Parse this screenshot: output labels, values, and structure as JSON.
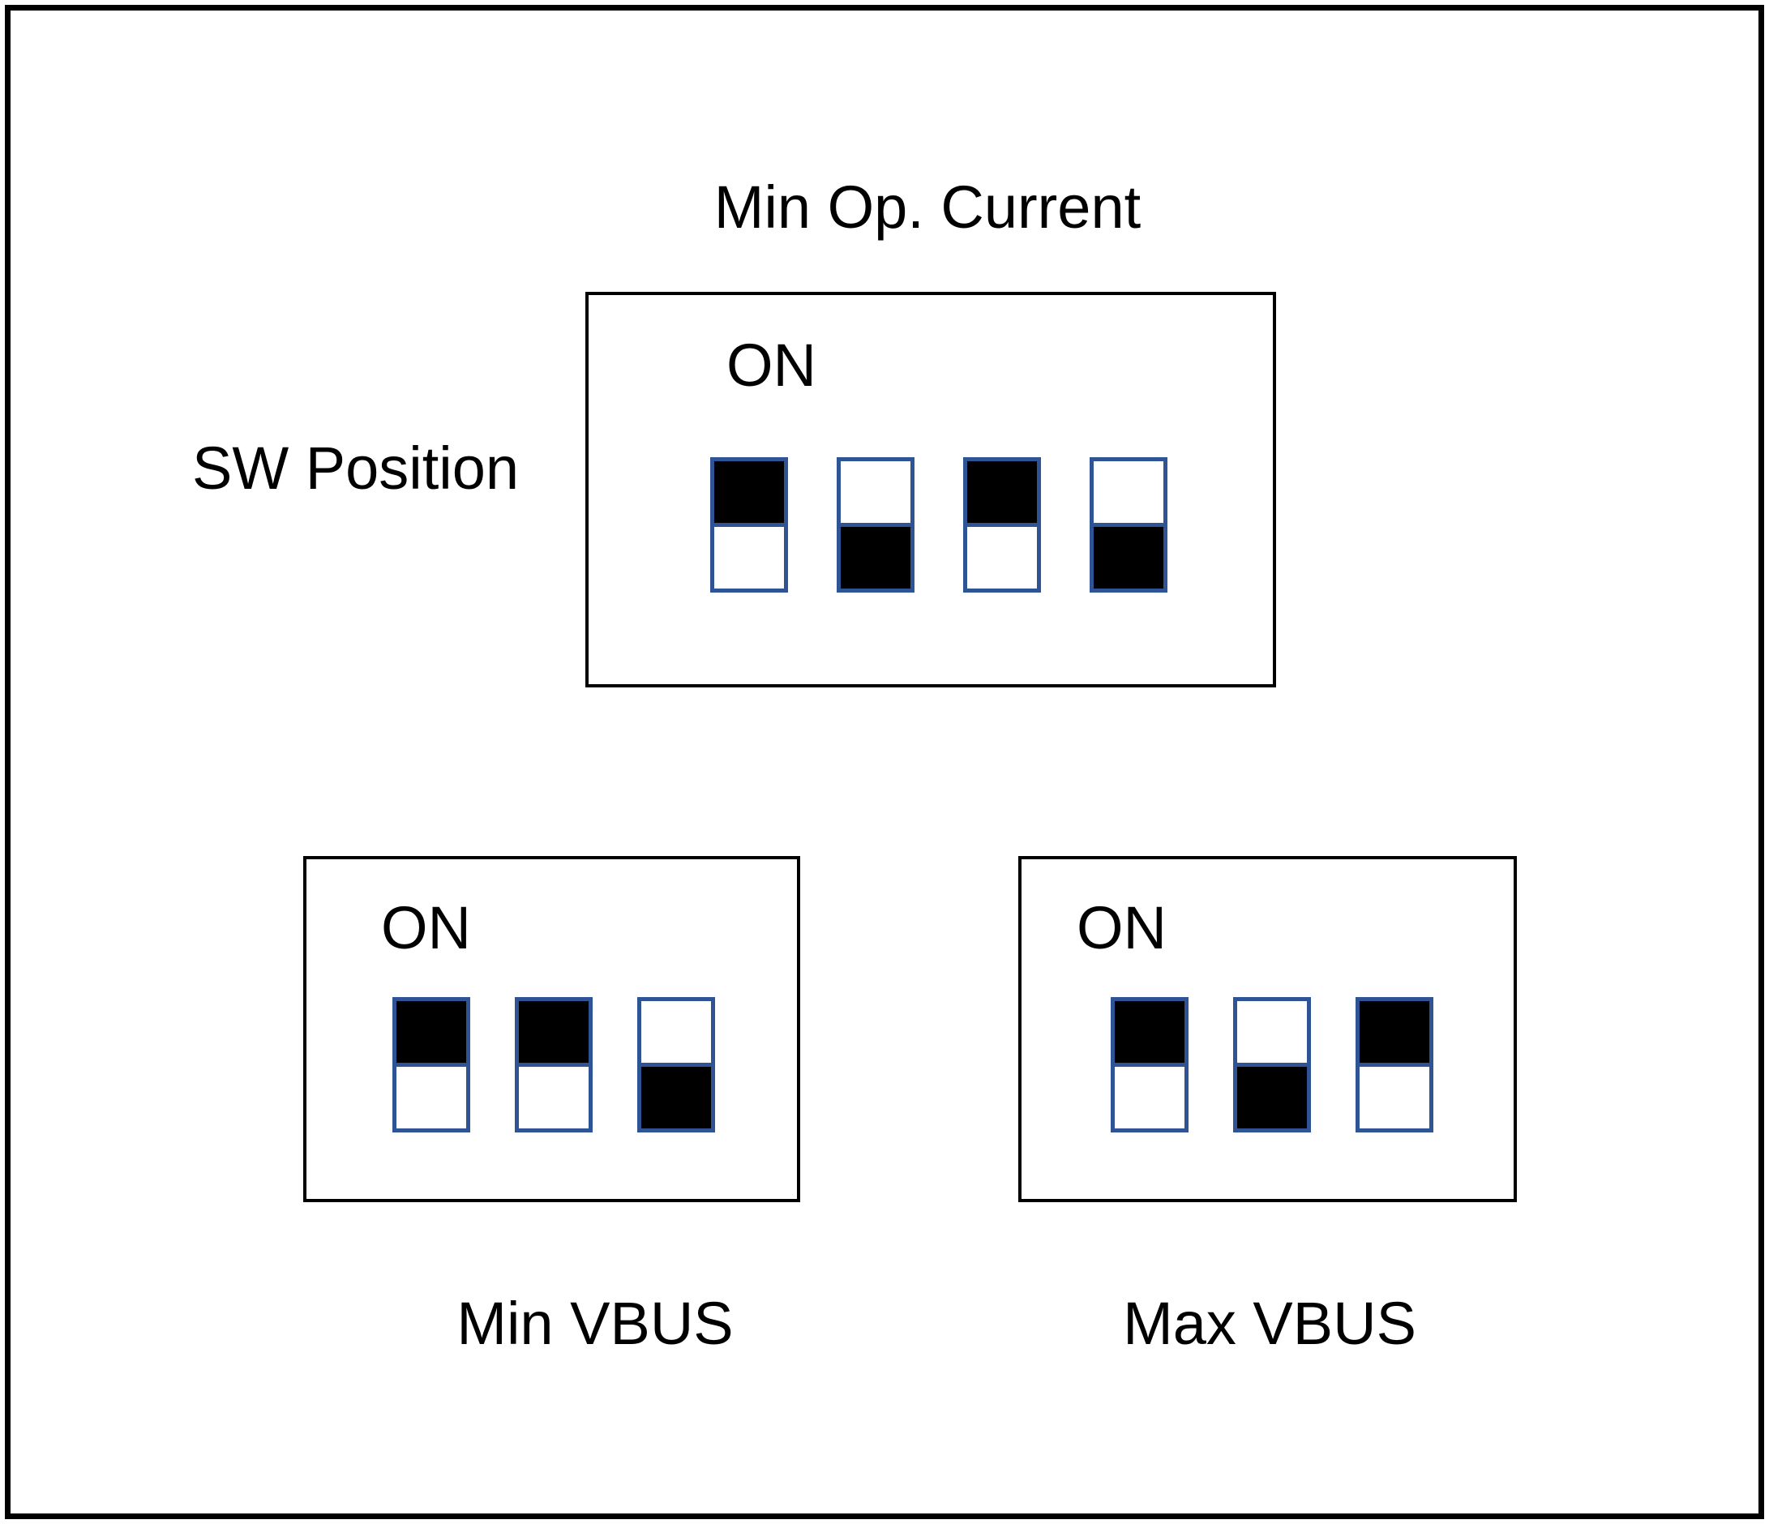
{
  "diagram": {
    "title": "Min Op. Current",
    "side_label": "SW Position",
    "panels": [
      {
        "id": "min-op-current",
        "on_label": "ON",
        "switch_count": 4,
        "switches": [
          "on",
          "off",
          "on",
          "off"
        ]
      },
      {
        "id": "min-vbus",
        "on_label": "ON",
        "caption": "Min VBUS",
        "switch_count": 3,
        "switches": [
          "on",
          "on",
          "off"
        ]
      },
      {
        "id": "max-vbus",
        "on_label": "ON",
        "caption": "Max VBUS",
        "switch_count": 3,
        "switches": [
          "on",
          "off",
          "on"
        ]
      }
    ],
    "colors": {
      "switch_border": "#2F5496",
      "switch_fill": "#000000",
      "frame": "#000000",
      "background": "#FFFFFF"
    }
  }
}
